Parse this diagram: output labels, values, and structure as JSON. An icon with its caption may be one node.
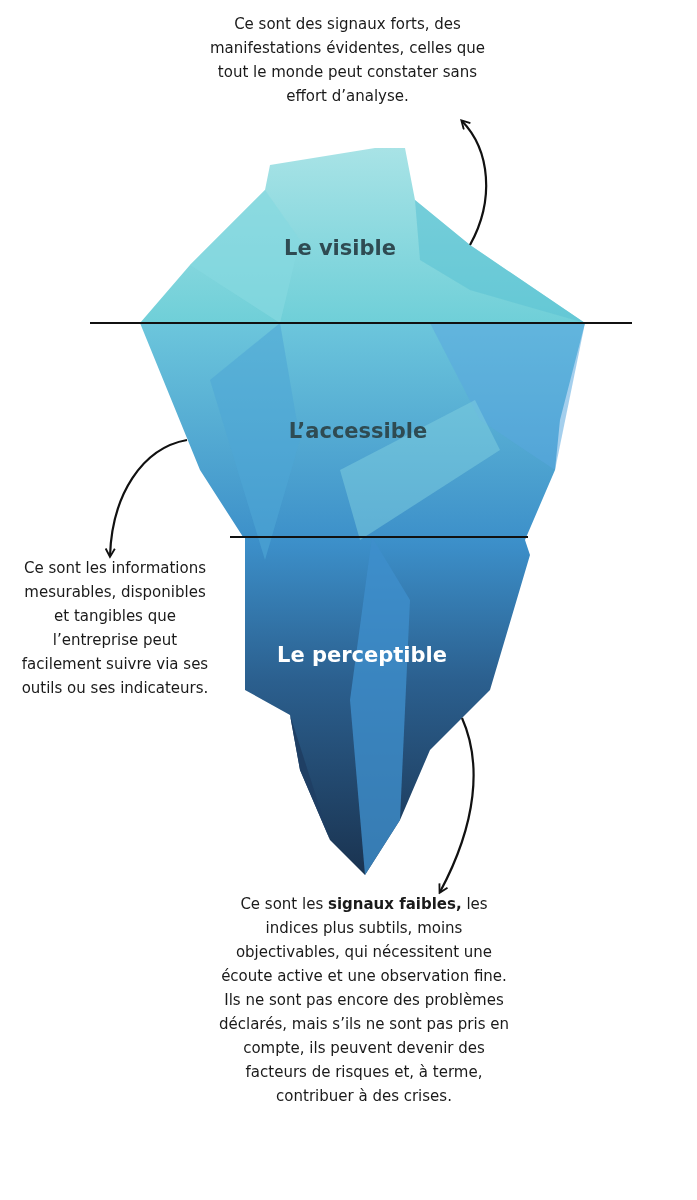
{
  "diagram": {
    "nodes": [
      {
        "text": [
          "Le visible"
        ]
      },
      {
        "text": [
          "L’accessible"
        ]
      },
      {
        "text": [
          "Le perceptible"
        ]
      },
      {
        "text": [
          "Ce sont des signaux forts, des manifestations évidentes, celles que tout le monde peut constater sans effort d’analyse."
        ]
      },
      {
        "text": [
          "Ce sont les informations mesurables, disponibles et tangibles que l’entreprise peut facilement suivre via ses outils ou ses indicateurs."
        ]
      },
      {
        "text": [
          "Ce sont les **signaux faibles,** les indices plus subtils, moins objectivables, qui nécessitent une écoute active et une observation fine.",
          "Ils ne sont pas encore des problèmes déclarés, mais s’ils ne sont pas pris en compte, ils peuvent devenir des facteurs de risques et, à terme, contribuer à des crises."
        ]
      }
    ],
    "edges": [
      {
        "from": 0,
        "to": 3,
        "arrow": "to"
      },
      {
        "from": 1,
        "to": 4,
        "arrow": "to"
      },
      {
        "from": 2,
        "to": 5,
        "arrow": "to"
      }
    ]
  }
}
